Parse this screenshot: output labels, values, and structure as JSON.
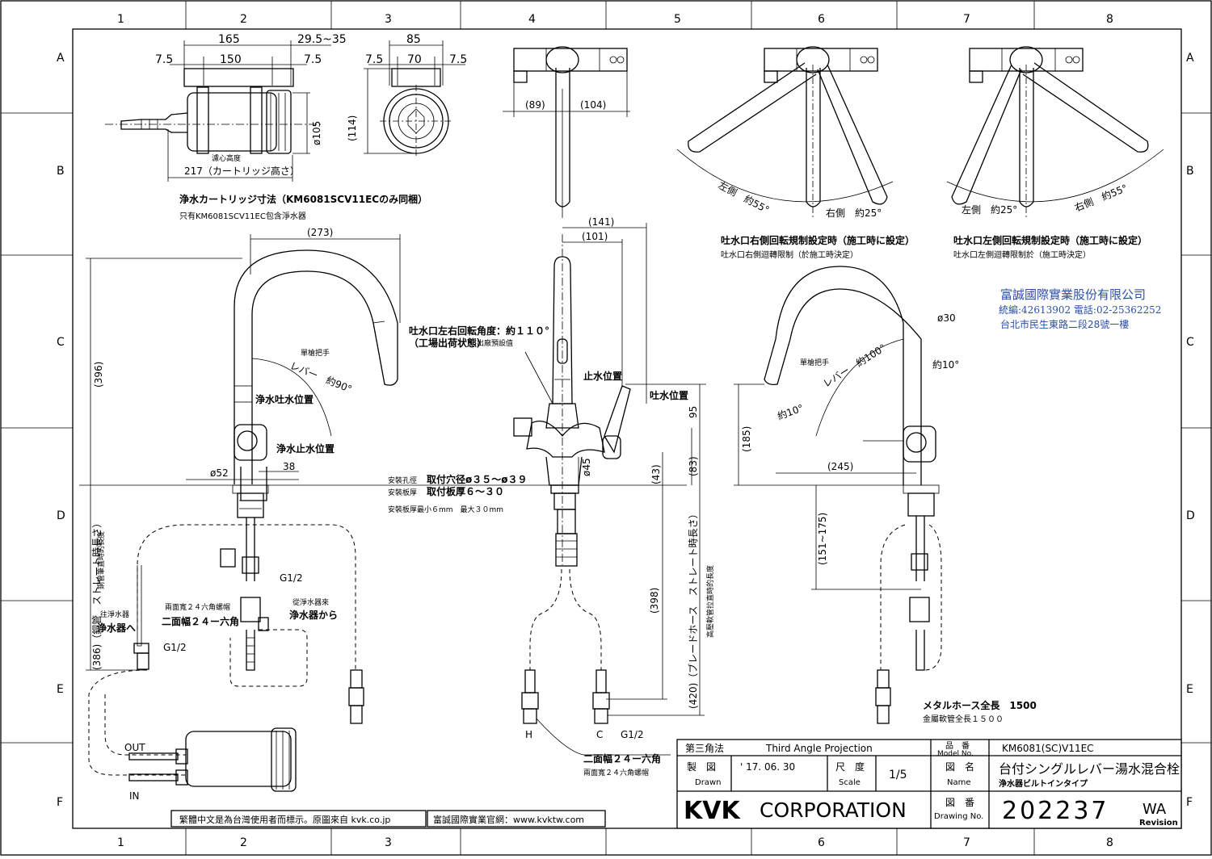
{
  "grid": {
    "cols": [
      "1",
      "2",
      "3",
      "4",
      "5",
      "6",
      "7",
      "8"
    ],
    "rows": [
      "A",
      "B",
      "C",
      "D",
      "E",
      "F"
    ]
  },
  "cartridge": {
    "dim_165": "165",
    "dim_29": "29.5~35",
    "dim_75a": "7.5",
    "dim_150": "150",
    "dim_75b": "7.5",
    "dim_85": "85",
    "dim_75c": "7.5",
    "dim_70": "70",
    "dim_75d": "7.5",
    "dim_114": "(114)",
    "dim_105": "ø105",
    "filter_height_tw": "濾心高度",
    "dim_217": "217（カートリッジ高さ）",
    "caption_jp": "浄水カートリッジ寸法（KM6081SCV11ECのみ同梱）",
    "caption_tw": "只有KM6081SCV11EC包含淨水器"
  },
  "top_view": {
    "dim_89": "(89)",
    "dim_104": "(104)"
  },
  "right_limit": {
    "left_angle": "左側　約55°",
    "right_angle": "右側　約25°",
    "caption_jp": "吐水口右側回転規制設定時（施工時に設定）",
    "caption_tw": "吐水口右側迴轉限制（於施工時決定）"
  },
  "left_limit": {
    "left_angle": "左側　約25°",
    "right_angle": "右側　約55°",
    "caption_jp": "吐水口左側回転規制設定時（施工時に設定）",
    "caption_tw": "吐水口左側迴轉限制於（施工時決定）"
  },
  "dealer": {
    "name": "富誠國際實業股份有限公司",
    "line2": "統編:42613902 電話:02-25362252",
    "line3": "台北市民生東路二段28號一樓"
  },
  "side_view": {
    "dim_273": "(273)",
    "dim_396": "(396)",
    "lever_tw": "單槍把手",
    "lever_jp": "レバー　約90°",
    "purified_on": "浄水吐水位置",
    "purified_off": "浄水止水位置",
    "dim_52": "ø52",
    "dim_38": "38",
    "dim_386": "(386)（銅管　ストレート時長さ）",
    "copper_tw": "銅管筆直時的長度",
    "to_filter_tw": "往淨水器",
    "to_filter_jp": "浄水器へ",
    "g12a": "G1/2",
    "g12b": "G1/2",
    "hex_tw": "兩面寬２４六角螺帽",
    "hex_jp": "二面幅２４ー六角",
    "from_filter_tw": "從淨水器來",
    "from_filter_jp": "浄水器から",
    "out": "OUT",
    "in": "IN"
  },
  "front_view": {
    "dim_141": "(141)",
    "dim_101": "(101)",
    "spout_angle_jp": "吐水口左右回転角度：約１１０°",
    "spout_factory_jp": "（工場出荷状態）",
    "spout_factory_tw": "出廠預設值",
    "stop_pos": "止水位置",
    "flow_pos": "吐水位置",
    "dim_95": "95",
    "dim_45": "ø45",
    "dim_43": "(43)",
    "dim_83": "(83)",
    "hole_tw": "安裝孔徑",
    "hole_jp": "取付穴径ø３５～ø３９",
    "plate_tw": "安裝板厚",
    "plate_jp": "取付板厚６～３０",
    "plate_note_tw": "安裝板厚最小６mm　最大３０mm",
    "dim_398": "(398)",
    "dim_420": "(420)（ブレードホース　ストレート時長さ）",
    "braided_tw": "高壓軟管拉直時的長度",
    "h": "H",
    "c": "C",
    "g12": "G1/2",
    "hex_jp": "二面幅２４ー六角",
    "hex_tw": "兩面寬２４六角螺帽"
  },
  "right_side": {
    "dim_30": "ø30",
    "lever_tw": "單槍把手",
    "lever_jp": "レバー　約100°",
    "ang10a": "約10°",
    "ang10b": "約10°",
    "dim_185": "(185)",
    "dim_245": "(245)",
    "dim_151": "(151~175)",
    "hose_jp": "メタルホース全長　1500",
    "hose_tw": "金屬軟管全長１５００"
  },
  "title_block": {
    "projection_jp": "第三角法",
    "projection_en": "Third Angle Projection",
    "model_label_jp": "品　番",
    "model_label_en": "Model No.",
    "model": "KM6081(SC)V11EC",
    "drawn_label_jp": "製　図",
    "drawn_label_en": "Drawn",
    "drawn_date": "' 17. 06. 30",
    "scale_label_jp": "尺　度",
    "scale_label_en": "Scale",
    "scale": "1/5",
    "name_label_jp": "図　名",
    "name_label_en": "Name",
    "name": "台付シングルレバー湯水混合栓",
    "name_sub": "浄水器ビルトインタイプ",
    "brand": "KVK",
    "corp": "CORPORATION",
    "drawing_label_jp": "図　番",
    "drawing_label_en": "Drawing No.",
    "drawing_no": "202237",
    "revision": "WA",
    "revision_label": "Revision"
  },
  "footer": {
    "note1": "繁體中文是為台灣使用者而標示。原圖來自 kvk.co.jp",
    "note2": "富誠國際實業官網：www.kvktw.com"
  }
}
